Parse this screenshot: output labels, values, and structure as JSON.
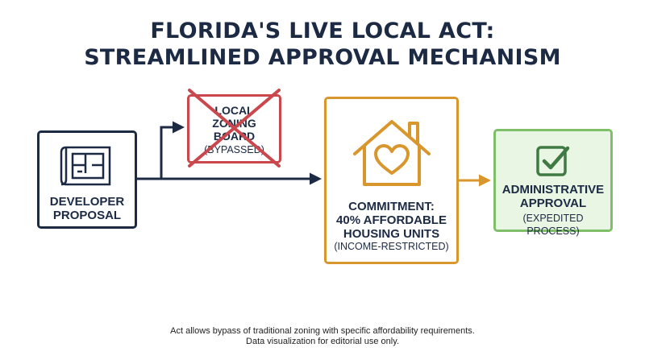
{
  "title": {
    "line1": "FLORIDA'S LIVE LOCAL ACT:",
    "line2": "STREAMLINED APPROVAL MECHANISM"
  },
  "nodes": {
    "developer": {
      "label_line1": "DEVELOPER",
      "label_line2": "PROPOSAL",
      "icon": "blueprint-icon"
    },
    "zoning": {
      "label_line1": "LOCAL",
      "label_line2": "ZONING",
      "label_line3": "BOARD",
      "status": "(BYPASSED)",
      "icon": "cross-out-icon"
    },
    "commitment": {
      "label_line1": "COMMITMENT:",
      "label_line2": "40% AFFORDABLE",
      "label_line3": "HOUSING UNITS",
      "note": "(INCOME-RESTRICTED)",
      "icon": "house-heart-icon"
    },
    "approval": {
      "label_line1": "ADMINISTRATIVE",
      "label_line2": "APPROVAL",
      "note": "(EXPEDITED PROCESS)",
      "icon": "checkmark-icon"
    }
  },
  "footnote": {
    "line1": "Act allows bypass of traditional zoning with specific affordability requirements.",
    "line2": "Data visualization for editorial use only."
  },
  "colors": {
    "navy": "#1c2a44",
    "red": "#c9474d",
    "orange": "#d8962c",
    "green": "#7fbf6a",
    "green_fill": "#eaf6e4",
    "check_green": "#3f7a43"
  }
}
